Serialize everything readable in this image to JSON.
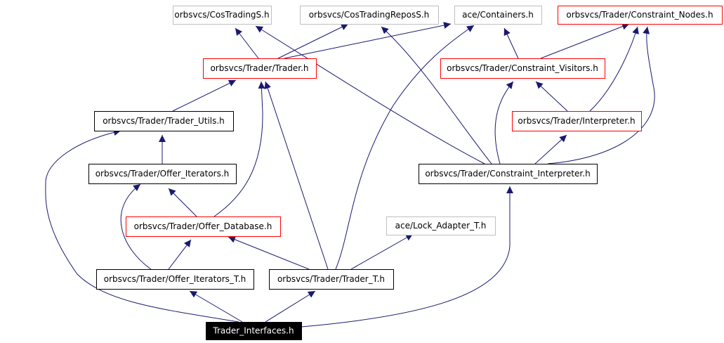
{
  "colors": {
    "edge": "#191970",
    "border_default": "#000000",
    "border_red": "#ff0000",
    "border_gray": "#bfbfbf",
    "root_fill": "#000000",
    "root_text": "#ffffff",
    "text": "#000000"
  },
  "nodes": [
    {
      "id": "cos_trading_s",
      "label": "orbsvcs/CosTradingS.h",
      "style": "gray"
    },
    {
      "id": "cos_trading_repos_s",
      "label": "orbsvcs/CosTradingReposS.h",
      "style": "gray"
    },
    {
      "id": "ace_containers",
      "label": "ace/Containers.h",
      "style": "gray"
    },
    {
      "id": "constraint_nodes",
      "label": "orbsvcs/Trader/Constraint_Nodes.h",
      "style": "red"
    },
    {
      "id": "trader",
      "label": "orbsvcs/Trader/Trader.h",
      "style": "red"
    },
    {
      "id": "constraint_visitors",
      "label": "orbsvcs/Trader/Constraint_Visitors.h",
      "style": "red"
    },
    {
      "id": "trader_utils",
      "label": "orbsvcs/Trader/Trader_Utils.h",
      "style": "default"
    },
    {
      "id": "interpreter",
      "label": "orbsvcs/Trader/Interpreter.h",
      "style": "red"
    },
    {
      "id": "offer_iterators",
      "label": "orbsvcs/Trader/Offer_Iterators.h",
      "style": "default"
    },
    {
      "id": "constraint_interpreter",
      "label": "orbsvcs/Trader/Constraint_Interpreter.h",
      "style": "default"
    },
    {
      "id": "offer_database",
      "label": "orbsvcs/Trader/Offer_Database.h",
      "style": "red"
    },
    {
      "id": "lock_adapter",
      "label": "ace/Lock_Adapter_T.h",
      "style": "gray"
    },
    {
      "id": "offer_iterators_t",
      "label": "orbsvcs/Trader/Offer_Iterators_T.h",
      "style": "default"
    },
    {
      "id": "trader_t",
      "label": "orbsvcs/Trader/Trader_T.h",
      "style": "default"
    },
    {
      "id": "trader_interfaces",
      "label": "Trader_Interfaces.h",
      "style": "root"
    }
  ],
  "edges": [
    {
      "from": "trader",
      "to": "cos_trading_s"
    },
    {
      "from": "trader",
      "to": "cos_trading_repos_s"
    },
    {
      "from": "trader",
      "to": "ace_containers"
    },
    {
      "from": "constraint_visitors",
      "to": "ace_containers"
    },
    {
      "from": "constraint_visitors",
      "to": "constraint_nodes"
    },
    {
      "from": "interpreter",
      "to": "constraint_visitors"
    },
    {
      "from": "interpreter",
      "to": "constraint_nodes"
    },
    {
      "from": "constraint_interpreter",
      "to": "cos_trading_s"
    },
    {
      "from": "constraint_interpreter",
      "to": "cos_trading_repos_s"
    },
    {
      "from": "constraint_interpreter",
      "to": "constraint_visitors"
    },
    {
      "from": "constraint_interpreter",
      "to": "interpreter"
    },
    {
      "from": "constraint_interpreter",
      "to": "constraint_nodes"
    },
    {
      "from": "trader_utils",
      "to": "trader"
    },
    {
      "from": "offer_iterators",
      "to": "trader_utils"
    },
    {
      "from": "offer_database",
      "to": "offer_iterators"
    },
    {
      "from": "offer_database",
      "to": "trader"
    },
    {
      "from": "offer_iterators_t",
      "to": "offer_iterators"
    },
    {
      "from": "offer_iterators_t",
      "to": "offer_database"
    },
    {
      "from": "trader_t",
      "to": "offer_database"
    },
    {
      "from": "trader_t",
      "to": "trader"
    },
    {
      "from": "trader_t",
      "to": "ace_containers"
    },
    {
      "from": "trader_t",
      "to": "lock_adapter"
    },
    {
      "from": "trader_interfaces",
      "to": "offer_iterators_t"
    },
    {
      "from": "trader_interfaces",
      "to": "trader_t"
    },
    {
      "from": "trader_interfaces",
      "to": "trader_utils"
    },
    {
      "from": "trader_interfaces",
      "to": "constraint_interpreter"
    }
  ]
}
